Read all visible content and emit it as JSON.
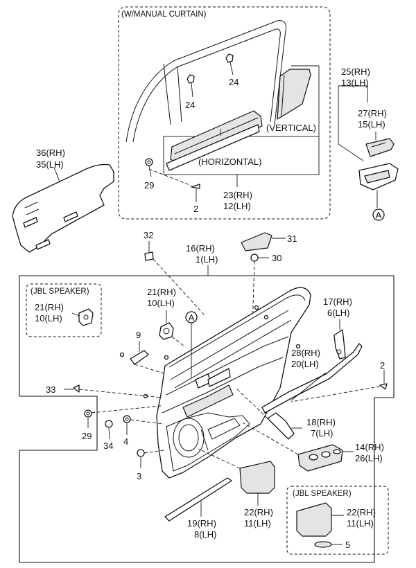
{
  "boxes": {
    "manual_curtain": "(W/MANUAL CURTAIN)",
    "jbl_speaker_top": "(JBL SPEAKER)",
    "jbl_speaker_bottom": "(JBL SPEAKER)"
  },
  "notes": {
    "vertical": "(VERTICAL)",
    "horizontal": "(HORIZONTAL)"
  },
  "callouts": {
    "a_top": "A",
    "a_main": "A"
  },
  "labels": [
    {
      "id": "l24a",
      "text": "24"
    },
    {
      "id": "l24b",
      "text": "24"
    },
    {
      "id": "l29a",
      "text": "29"
    },
    {
      "id": "l2a",
      "text": "2"
    },
    {
      "id": "l23",
      "text": "23(RH)"
    },
    {
      "id": "l12",
      "text": "12(LH)"
    },
    {
      "id": "l36",
      "text": "36(RH)"
    },
    {
      "id": "l35",
      "text": "35(LH)"
    },
    {
      "id": "l25",
      "text": "25(RH)"
    },
    {
      "id": "l13",
      "text": "13(LH)"
    },
    {
      "id": "l27",
      "text": "27(RH)"
    },
    {
      "id": "l15",
      "text": "15(LH)"
    },
    {
      "id": "l32",
      "text": "32"
    },
    {
      "id": "l31",
      "text": "31"
    },
    {
      "id": "l16",
      "text": "16(RH)"
    },
    {
      "id": "l1",
      "text": "1(LH)"
    },
    {
      "id": "l30",
      "text": "30"
    },
    {
      "id": "l21b",
      "text": "21(RH)"
    },
    {
      "id": "l10b",
      "text": "10(LH)"
    },
    {
      "id": "l21a",
      "text": "21(RH)"
    },
    {
      "id": "l10a",
      "text": "10(LH)"
    },
    {
      "id": "l17",
      "text": "17(RH)"
    },
    {
      "id": "l6",
      "text": "6(LH)"
    },
    {
      "id": "l9",
      "text": "9"
    },
    {
      "id": "l28",
      "text": "28(RH)"
    },
    {
      "id": "l20",
      "text": "20(LH)"
    },
    {
      "id": "l2b",
      "text": "2"
    },
    {
      "id": "l33",
      "text": "33"
    },
    {
      "id": "l29b",
      "text": "29"
    },
    {
      "id": "l34",
      "text": "34"
    },
    {
      "id": "l4",
      "text": "4"
    },
    {
      "id": "l18",
      "text": "18(RH)"
    },
    {
      "id": "l7",
      "text": "7(LH)"
    },
    {
      "id": "l14",
      "text": "14(RH)"
    },
    {
      "id": "l26",
      "text": "26(LH)"
    },
    {
      "id": "l3",
      "text": "3"
    },
    {
      "id": "l22a",
      "text": "22(RH)"
    },
    {
      "id": "l11a",
      "text": "11(LH)"
    },
    {
      "id": "l19",
      "text": "19(RH)"
    },
    {
      "id": "l8",
      "text": "8(LH)"
    },
    {
      "id": "l22b",
      "text": "22(RH)"
    },
    {
      "id": "l11b",
      "text": "11(LH)"
    },
    {
      "id": "l5",
      "text": "5"
    }
  ]
}
